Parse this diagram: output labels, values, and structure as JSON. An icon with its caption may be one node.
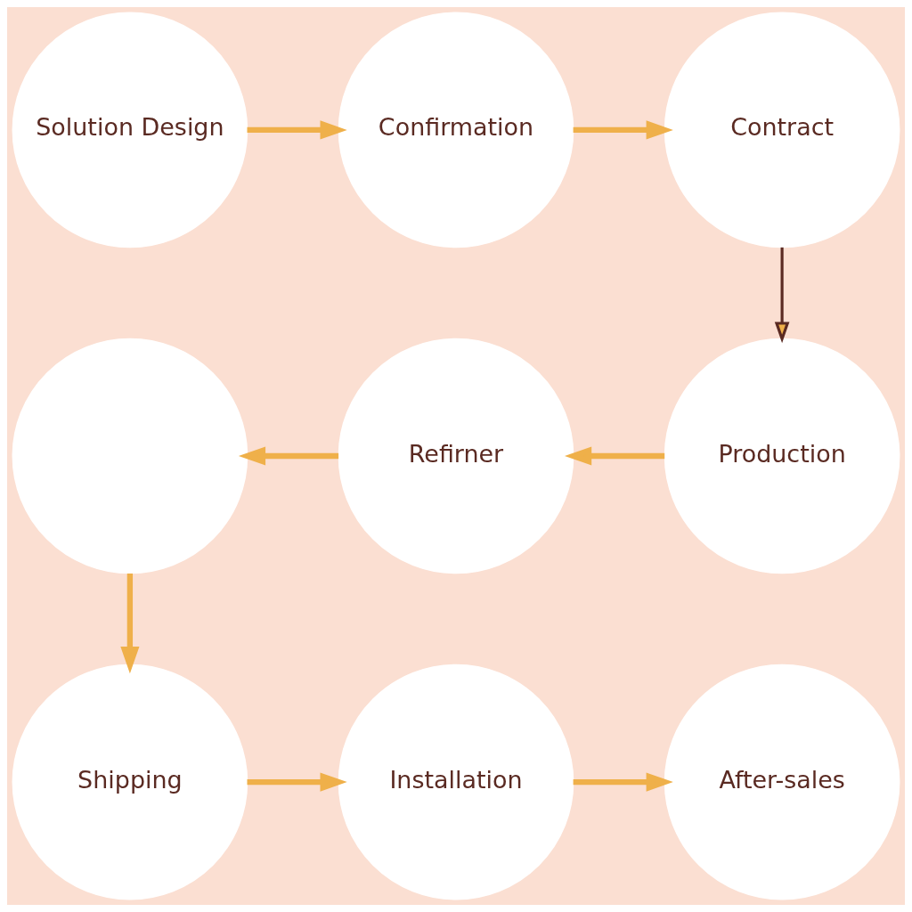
{
  "diagram": {
    "nodes": [
      {
        "text": [
          "Solution Design"
        ]
      },
      {
        "text": [
          "Confirmation"
        ]
      },
      {
        "text": [
          "Contract"
        ]
      },
      {
        "text": [],
        "shape": "circle"
      },
      {
        "text": [
          "Refirner"
        ]
      },
      {
        "text": [
          "Production"
        ]
      },
      {
        "text": [
          "Shipping"
        ]
      },
      {
        "text": [
          "Installation"
        ]
      },
      {
        "text": [
          "After-sales"
        ]
      }
    ],
    "edges": [
      {
        "from": 0,
        "to": 1,
        "arrow": "to"
      },
      {
        "from": 1,
        "to": 2,
        "arrow": "to"
      },
      {
        "from": 2,
        "to": 5,
        "arrow": "to",
        "color": "#5a2a22"
      },
      {
        "from": 5,
        "to": 4,
        "arrow": "to"
      },
      {
        "from": 4,
        "to": 3,
        "arrow": "to"
      },
      {
        "from": 3,
        "to": 6,
        "arrow": "to"
      },
      {
        "from": 6,
        "to": 7,
        "arrow": "to"
      },
      {
        "from": 7,
        "to": 8,
        "arrow": "to"
      }
    ]
  }
}
